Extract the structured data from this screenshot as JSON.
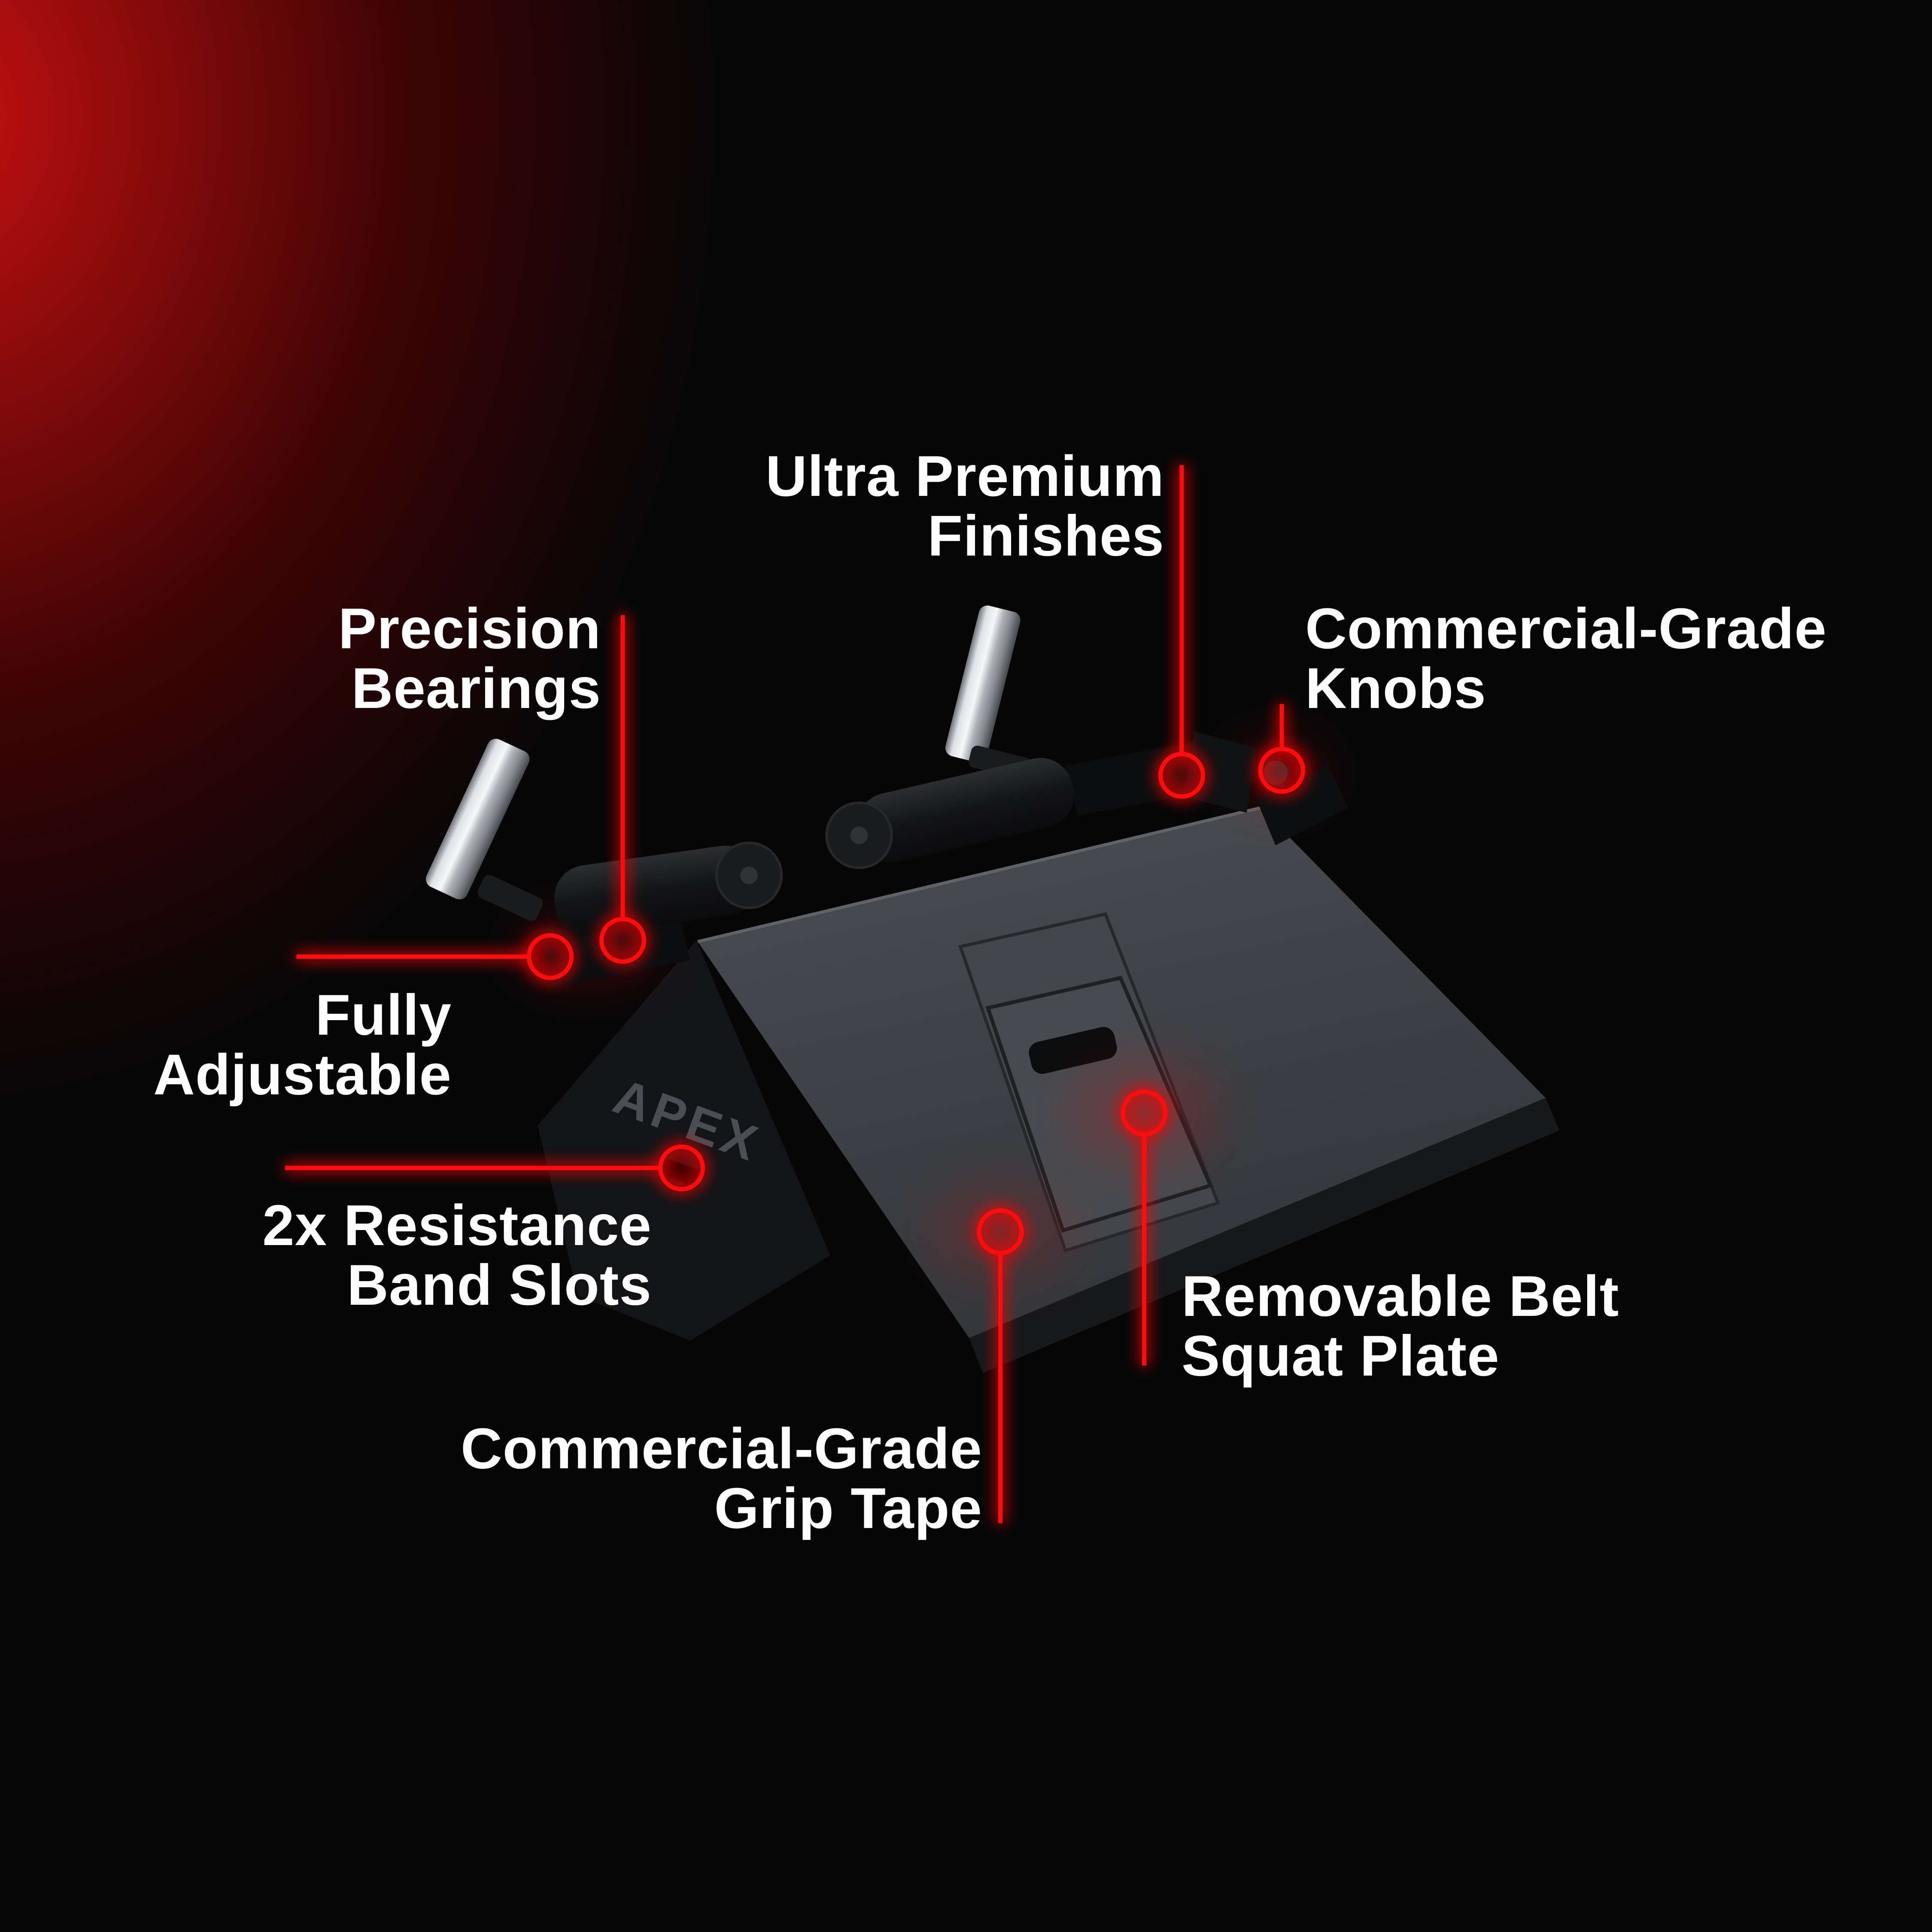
{
  "graphic": {
    "brand_logo": "APEX",
    "accent_red": "#ff0d0d",
    "text_color": "#ffffff",
    "background": "#060607"
  },
  "callouts": [
    {
      "name": "ultra-premium-finishes",
      "lines": [
        "Ultra Premium",
        "Finishes"
      ]
    },
    {
      "name": "precision-bearings",
      "lines": [
        "Precision",
        "Bearings"
      ]
    },
    {
      "name": "commercial-grade-knobs",
      "lines": [
        "Commercial-Grade",
        "Knobs"
      ]
    },
    {
      "name": "fully-adjustable",
      "lines": [
        "Fully",
        "Adjustable"
      ]
    },
    {
      "name": "resistance-band-slots",
      "lines": [
        "2x Resistance",
        "Band Slots"
      ]
    },
    {
      "name": "removable-belt-squat-plate",
      "lines": [
        "Removable Belt",
        "Squat Plate"
      ]
    },
    {
      "name": "commercial-grade-grip-tape",
      "lines": [
        "Commercial-Grade",
        "Grip Tape"
      ]
    }
  ]
}
